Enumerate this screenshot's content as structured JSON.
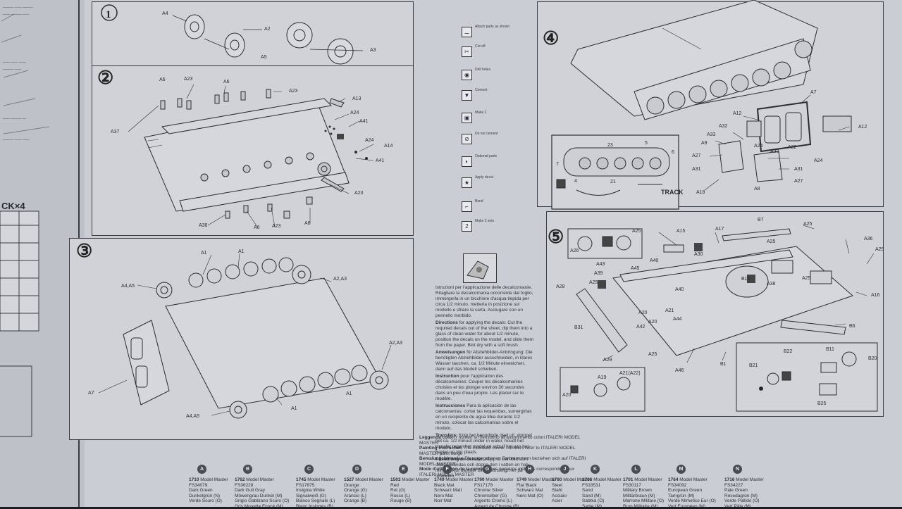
{
  "steps": {
    "step2": "②",
    "step3": "③",
    "step4": "④",
    "step5": "⑤"
  },
  "left_sheet": {
    "ck_label": "CK×4"
  },
  "parts": {
    "s1": [
      "A4",
      "A5",
      "A2",
      "A3"
    ],
    "s2": [
      "A6",
      "A23",
      "A6",
      "A23",
      "A13",
      "A24",
      "A41",
      "A24",
      "A14",
      "A41",
      "A37",
      "A23",
      "A38",
      "A6",
      "A23",
      "A6"
    ],
    "s3": [
      "A1",
      "A1",
      "A4,A5",
      "A2,A3",
      "A7",
      "A2,A3",
      "A1",
      "A1",
      "A4,A5"
    ],
    "s4": [
      "A7",
      "A12",
      "A12",
      "A32",
      "A33",
      "A9",
      "A27",
      "A31",
      "A24",
      "A33",
      "A32",
      "A24",
      "A31",
      "A18",
      "A8",
      "A27",
      "23",
      "5",
      "7",
      "6",
      "21",
      "4",
      "TRACK"
    ],
    "s5": [
      "A25",
      "A26",
      "A15",
      "A17",
      "B7",
      "A25",
      "A36",
      "A25",
      "A43",
      "A45",
      "A40",
      "A30",
      "A25",
      "A39",
      "A28",
      "A25",
      "B16",
      "A38",
      "A25",
      "A16",
      "A40",
      "A20",
      "A21",
      "A20",
      "A44",
      "B31",
      "A42",
      "B6",
      "A25",
      "A46",
      "B1",
      "A29",
      "A21(A22)",
      "A19",
      "A20",
      "B22",
      "B11",
      "B21",
      "B20",
      "B25"
    ]
  },
  "decal_text": {
    "it": "Istruzioni per l'applicazione delle decalcomanie. Ritagliare la decalcomania occorrente dal foglio, immergerla in un bicchiere d'acqua tiepida per circa 1/2 minuto, metterla in posizione sul modello e sfilare la carta. Asciugare con un pennello morbido.",
    "en_title": "Directions",
    "en": "for applying the decals: Cut the required decals out of the sheet, dip them into a glass of clean water for about 1/2 minute, position the decals on the model, and slide them from the paper. Blot dry with a soft brush.",
    "de_title": "Anweisungen",
    "de": "für Abziehbilder-Anbringung: Die benötigten Abziehbilder ausschneiden, in klares Wasser tauchen, ca. 1/2 Minute einweichen, dann auf das Modell schieben.",
    "fr_title": "Instruction",
    "fr": "pour l'application des décalcomanies: Couper les décalcomanies choisies et les plonger environ 30 secondes dans un peu d'eau propre. Les placer sur le modèle.",
    "es_title": "Instrucciones",
    "es": "Para la aplicación de las calcomanías: cortar las requeridas, sumergirlas en un recipiente de agua tibia durante 1/2 minuto, colocar las calcomanías sobre el modelo.",
    "nl_title": "Transfers:",
    "nl": "Knip het benodigde deel uit, dompel het ca. 1/2 minuut onder in water, houdt het transfer tegen het model en schuif het van het papier op zijn plaats.",
    "sv_title": "Påsättning av dekaler:",
    "sv": "Klipp ut den bild som skall användas och doppa den i vatten en halv minut. Skjut därefter bilden försiktigt ner på modellen."
  },
  "icon_texts": [
    "Attach parts as shown",
    "Cut off",
    "Drill holes",
    "Cement",
    "Make 2",
    "Do not cement",
    "Optional parts",
    "Apply decal",
    "Bend",
    "Make 2 sets"
  ],
  "legend": {
    "line1": "Leggenda colori",
    "line1_note": "I numeri si riferiscono all'assortimento colori ITALERI MODEL MASTER",
    "line2": "Painting instruction",
    "line2_note": "The indicated colour numbers refer to ITALERI MODEL MASTER paint range",
    "line3": "Bemalungshinweise",
    "line3_note": "Die angegebenen Farbnummern beziehen sich auf ITALERI MODEL MASTER",
    "line4": "Mode d'utilisation de la peinture",
    "line4_note": "Les numéros indiqués correspondent aux ITALERI MODEL MASTER"
  },
  "paints": [
    {
      "letter": "A",
      "code": "1710",
      "brand": "Model Master",
      "lines": [
        "FS34079",
        "Dark Green",
        "Dunkelgrün (N)",
        "Verde Scuro (O)"
      ]
    },
    {
      "letter": "B",
      "code": "1762",
      "brand": "Model Master",
      "lines": [
        "FS36228",
        "Dark Gull Gray",
        "Möwengrau Dunkel (M)",
        "Grigio Gabbiano Scuro (O)",
        "Gris Mouette Foncé (M)"
      ]
    },
    {
      "letter": "C",
      "code": "1745",
      "brand": "Model Master",
      "lines": [
        "FS17875",
        "Insignia White",
        "Signalweiß (G)",
        "Bianco Segnale (L)",
        "Blanc Insignes (B)"
      ]
    },
    {
      "letter": "D",
      "code": "1527",
      "brand": "Model Master",
      "lines": [
        "Orange",
        "Orange (G)",
        "Arancio (L)",
        "Orange (B)"
      ]
    },
    {
      "letter": "E",
      "code": "1503",
      "brand": "Model Master",
      "lines": [
        "Red",
        "Rot (G)",
        "Rosso (L)",
        "Rouge (B)"
      ]
    },
    {
      "letter": "F",
      "code": "1749",
      "brand": "Model Master",
      "lines": [
        "Black Mat",
        "Schwarz Matt",
        "Nero Mat",
        "Noir Mat"
      ]
    },
    {
      "letter": "G",
      "code": "1790",
      "brand": "Model Master",
      "lines": [
        "FS17178",
        "Chrome Silver",
        "Chromsilber (G)",
        "Argento Cromo (L)",
        "Argent de Chrome (B)"
      ]
    },
    {
      "letter": "H",
      "code": "1749",
      "brand": "Model Master",
      "lines": [
        "Flat Black",
        "Schwarz Mat",
        "Nero Mat (O)"
      ]
    },
    {
      "letter": "J",
      "code": "1780",
      "brand": "Model Master",
      "lines": [
        "Steel",
        "Stahl",
        "Acciaio",
        "Acier"
      ]
    },
    {
      "letter": "K",
      "code": "1706",
      "brand": "Model Master",
      "lines": [
        "FS33531",
        "Sand",
        "Sand (M)",
        "Sabbia (O)",
        "Sable (M)"
      ]
    },
    {
      "letter": "L",
      "code": "1701",
      "brand": "Model Master",
      "lines": [
        "FS30117",
        "Military Brown",
        "Militärbraun (M)",
        "Marrone Militare (O)",
        "Brun Militaire (M)"
      ]
    },
    {
      "letter": "M",
      "code": "1764",
      "brand": "Model Master",
      "lines": [
        "FS34092",
        "European Green",
        "Tarngrün (M)",
        "Verde Mimetico Eur (O)",
        "Vert Européen (M)"
      ]
    },
    {
      "letter": "N",
      "code": "1716",
      "brand": "Model Master",
      "lines": [
        "FS34227",
        "Pale Green",
        "Resedagrün (M)",
        "Verde Pallido (O)",
        "Vert Pâle (M)"
      ]
    }
  ]
}
